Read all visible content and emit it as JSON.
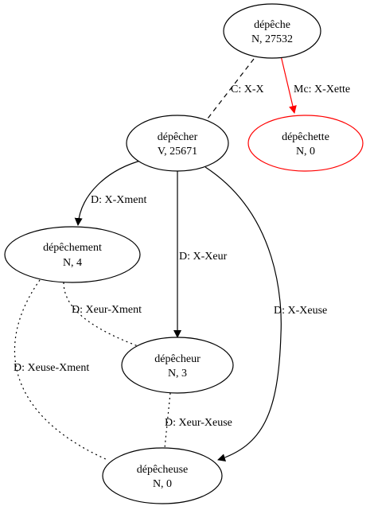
{
  "colors": {
    "default": "#000000",
    "highlight": "#ff0000",
    "background": "#ffffff"
  },
  "nodes": {
    "depeche": {
      "word": "dépêche",
      "info": "N, 27532"
    },
    "depeche_r": {
      "word": "dépêcher",
      "info": "V, 25671"
    },
    "depechette": {
      "word": "dépêchette",
      "info": "N, 0"
    },
    "depechement": {
      "word": "dépêchement",
      "info": "N, 4"
    },
    "depecheur": {
      "word": "dépêcheur",
      "info": "N, 3"
    },
    "depecheuse": {
      "word": "dépêcheuse",
      "info": "N, 0"
    }
  },
  "edges": {
    "conversion": {
      "label": "C: X-X",
      "style": "dashed"
    },
    "diminutive": {
      "label": "Mc: X-Xette",
      "style": "solid-red"
    },
    "derivation_ment": {
      "label": "D: X-Xment",
      "style": "solid"
    },
    "derivation_eur": {
      "label": "D: X-Xeur",
      "style": "solid"
    },
    "derivation_euse": {
      "label": "D: X-Xeuse",
      "style": "solid"
    },
    "relation_eur_ment": {
      "label": "D: Xeur-Xment",
      "style": "dotted"
    },
    "relation_euse_ment": {
      "label": "D: Xeuse-Xment",
      "style": "dotted"
    },
    "relation_eur_euse": {
      "label": "D: Xeur-Xeuse",
      "style": "dotted"
    }
  }
}
